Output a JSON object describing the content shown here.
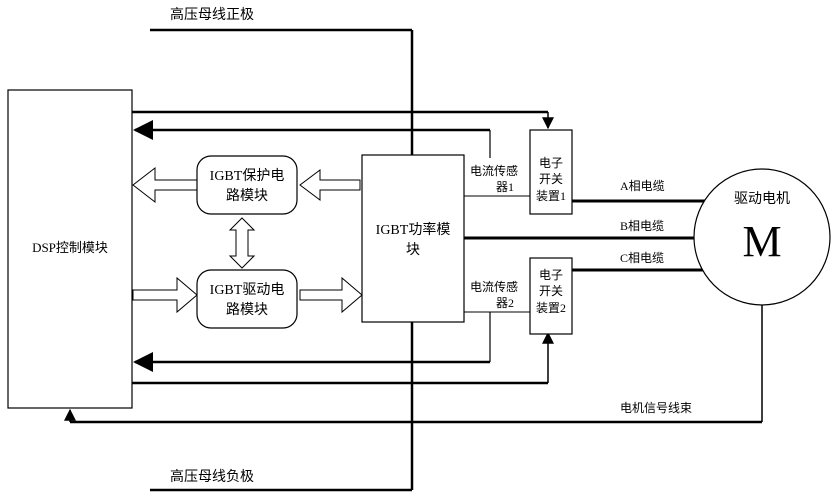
{
  "bus": {
    "positive_label": "高压母线正极",
    "negative_label": "高压母线负极"
  },
  "blocks": {
    "dsp_label": "DSP控制模块",
    "igbt_protect_line1": "IGBT保护电",
    "igbt_protect_line2": "路模块",
    "igbt_drive_line1": "IGBT驱动电",
    "igbt_drive_line2": "路模块",
    "igbt_power_line1": "IGBT功率模",
    "igbt_power_line2": "块",
    "switch1_line1": "电子",
    "switch1_line2": "开关",
    "switch1_line3": "装置1",
    "switch2_line1": "电子",
    "switch2_line2": "开关",
    "switch2_line3": "装置2"
  },
  "sensors": {
    "sensor1_line1": "电流传感",
    "sensor1_line2": "器1",
    "sensor2_line1": "电流传感",
    "sensor2_line2": "器2"
  },
  "cables": {
    "phase_a": "A相电缆",
    "phase_b": "B相电缆",
    "phase_c": "C相电缆",
    "signal_harness": "电机信号线束"
  },
  "motor": {
    "label": "驱动电机",
    "symbol": "M"
  }
}
